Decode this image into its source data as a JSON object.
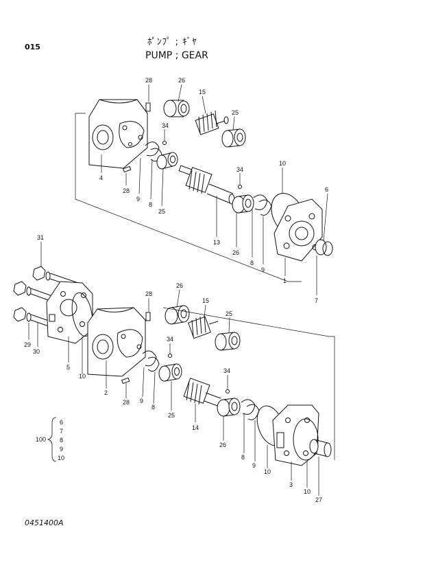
{
  "page": {
    "number": "015",
    "title_jp": "ﾎﾟﾝﾌﾟ ; ｷﾞﾔ",
    "title_en": "PUMP ; GEAR",
    "drawing_no": "0451400A"
  },
  "callouts": {
    "upper": [
      "28",
      "26",
      "15",
      "34",
      "25",
      "28",
      "4",
      "9",
      "8",
      "25",
      "34",
      "10",
      "6",
      "13",
      "26",
      "8",
      "9",
      "1",
      "7"
    ],
    "lower": [
      "31",
      "28",
      "26",
      "15",
      "25",
      "34",
      "34",
      "29",
      "30",
      "5",
      "10",
      "2",
      "9",
      "28",
      "8",
      "25",
      "14",
      "26",
      "8",
      "9",
      "10",
      "3",
      "10",
      "27"
    ]
  },
  "kit": {
    "label": "100",
    "items": [
      "6",
      "7",
      "8",
      "9",
      "10"
    ]
  }
}
